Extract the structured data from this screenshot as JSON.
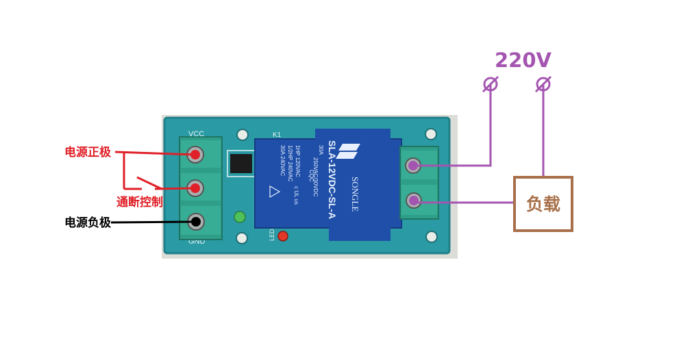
{
  "labels": {
    "power_positive": "电源正极",
    "on_off_control": "通断控制",
    "power_negative": "电源负极",
    "voltage": "220V",
    "load": "负载"
  },
  "board": {
    "vcc": "VCC",
    "gnd": "GND",
    "k1": "K1",
    "led5": "LED5",
    "relay": {
      "model": "SLA-12VDC-SL-A",
      "brand": "SONGLE",
      "cert": "CQC",
      "rating_lines": [
        "1HP 120VAC",
        "1/2HP 240VAC",
        "30A 240VAC"
      ],
      "rating_lines2": [
        "30A",
        "250VAC/30VDC"
      ],
      "ul": "c UL us"
    }
  },
  "colors": {
    "red": "#e02028",
    "purple": "#a455b0",
    "brown": "#a8704a",
    "board": "#2a9aa4",
    "relay_blue": "#1f4fa8",
    "terminal": "#2e9e88"
  }
}
